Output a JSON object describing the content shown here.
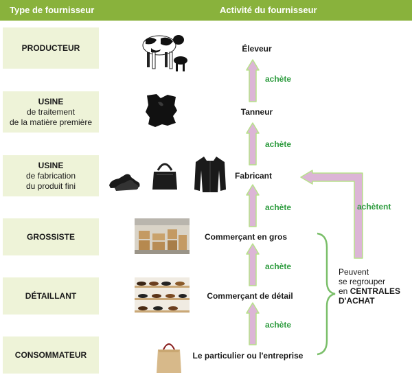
{
  "header": {
    "left": "Type de fournisseur",
    "right": "Activité du fournisseur"
  },
  "suppliers": [
    {
      "main": "PRODUCTEUR",
      "sub": ""
    },
    {
      "main": "USINE",
      "sub": "de traitement\nde la matière première"
    },
    {
      "main": "USINE",
      "sub": "de fabrication\ndu produit fini"
    },
    {
      "main": "GROSSISTE",
      "sub": ""
    },
    {
      "main": "DÉTAILLANT",
      "sub": ""
    },
    {
      "main": "CONSOMMATEUR",
      "sub": ""
    }
  ],
  "activities": [
    "Éleveur",
    "Tanneur",
    "Fabricant",
    "Commerçant en gros",
    "Commerçant de détail",
    "Le particulier ou l'entreprise"
  ],
  "buy_labels": [
    "achète",
    "achète",
    "achète",
    "achète",
    "achète"
  ],
  "central_label": "achètent",
  "grouping": {
    "line1": "Peuvent",
    "line2": "se regrouper",
    "line3_prefix": "en",
    "line3_bold": "CENTRALES",
    "line4_bold": "D'ACHAT"
  },
  "icons": [
    "cow-icon",
    "hide-icon",
    "shoe-icon",
    "handbag-icon",
    "jacket-icon",
    "warehouse-icon",
    "shoe-shelf-icon",
    "shopping-bag-icon"
  ],
  "colors": {
    "header": "#89b23c",
    "box": "#eef3d8",
    "arrow_fill": "#dcb5d6",
    "arrow_stroke": "#b7e28a",
    "label_green": "#2e9c3f",
    "brace": "#7bbf6a"
  }
}
